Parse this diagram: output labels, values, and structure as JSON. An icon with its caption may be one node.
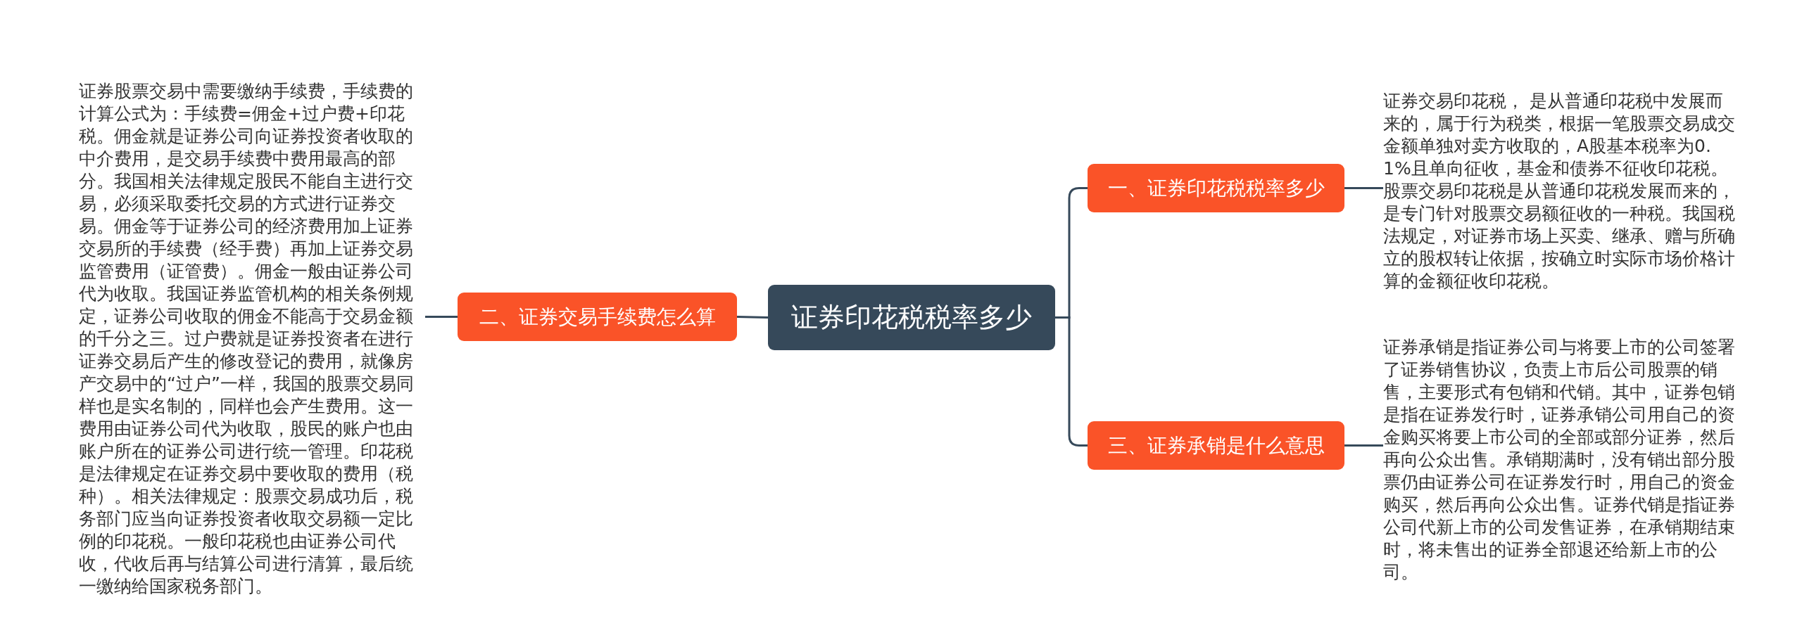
{
  "diagram": {
    "nodes": [
      {
        "text": [
          "证券印花税税率多少"
        ]
      },
      {
        "text": [
          "一、证券印花税税率多少"
        ]
      },
      {
        "text": [
          "证券交易印花税， 是从普通印花税中发展而来的，属于行为税类，根据一笔股票交易成交金额单独对卖方收取的，A股基本税率为0.1%且单向征收，基金和债券不征收印花税。股票交易印花税是从普通印花税发展而来的，是专门针对股票交易额征收的一种税。我国税法规定，对证券市场上买卖、继承、赠与所确立的股权转让依据，按确立时实际市场价格计算的金额征收印花税。"
        ]
      },
      {
        "text": [
          "二、证券交易手续费怎么算"
        ]
      },
      {
        "text": [
          "证券股票交易中需要缴纳手续费，手续费的计算公式为：手续费=佣金+过户费+印花税。佣金就是证券公司向证券投资者收取的中介费用，是交易手续费中费用最高的部分。我国相关法律规定股民不能自主进行交易，必须采取委托交易的方式进行证券交易。佣金等于证券公司的经济费用加上证券交易所的手续费（经手费）再加上证券交易监管费用（证管费）。佣金一般由证券公司代为收取。我国证券监管机构的相关条例规定，证券公司收取的佣金不能高于交易金额的千分之三。过户费就是证券投资者在进行证券交易后产生的修改登记的费用，就像房产交易中的“过户”一样，我国的股票交易同样也是实名制的，同样也会产生费用。这一费用由证券公司代为收取，股民的账户也由账户所在的证券公司进行统一管理。印花税是法律规定在证券交易中要收取的费用（税种）。相关法律规定：股票交易成功后，税务部门应当向证券投资者收取交易额一定比例的印花税。一般印花税也由证券公司代收，代收后再与结算公司进行清算，最后统一缴纳给国家税务部门。"
        ]
      },
      {
        "text": [
          "三、证券承销是什么意思"
        ]
      },
      {
        "text": [
          "证券承销是指证券公司与将要上市的公司签署了证券销售协议，负责上市后公司股票的销售，主要形式有包销和代销。其中，证券包销是指在证券发行时，证券承销公司用自己的资金购买将要上市公司的全部或部分证券，然后再向公众出售。承销期满时，没有销出部分股票仍由证券公司在证券发行时，用自己的资金购买，然后再向公众出售。证券代销是指证券公司代新上市的公司发售证券，在承销期结束时，将未售出的证券全部退还给新上市的公司。"
        ]
      }
    ],
    "edges": [
      {
        "from": 0,
        "to": 1,
        "arrow": "none"
      },
      {
        "from": 1,
        "to": 2,
        "arrow": "none"
      },
      {
        "from": 0,
        "to": 3,
        "arrow": "none"
      },
      {
        "from": 3,
        "to": 4,
        "arrow": "none"
      },
      {
        "from": 0,
        "to": 5,
        "arrow": "none"
      },
      {
        "from": 5,
        "to": 6,
        "arrow": "none"
      }
    ]
  }
}
